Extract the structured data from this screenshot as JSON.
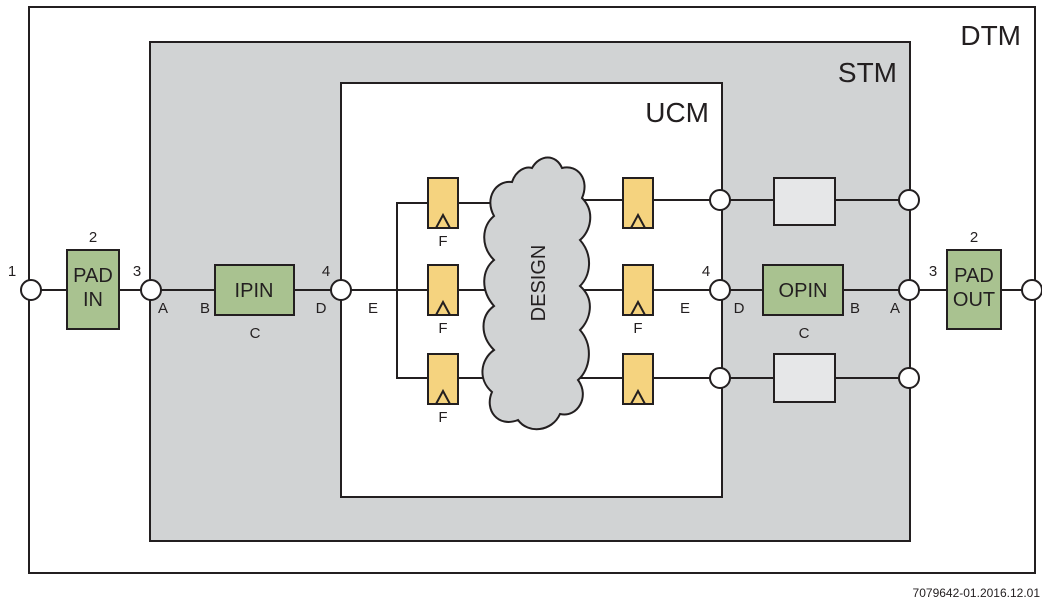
{
  "boundaries": {
    "outer": "DTM",
    "middle": "STM",
    "inner": "UCM"
  },
  "blocks": {
    "pad_in": "PAD\nIN",
    "ipin": "IPIN",
    "design": "DESIGN",
    "opin": "OPIN",
    "pad_out": "PAD\nOUT"
  },
  "point_labels": {
    "p1": "1",
    "p2_in": "2",
    "p3_in": "3",
    "p4_in": "4",
    "p4_out": "4",
    "p3_out": "3",
    "p2_out": "2",
    "a_in": "A",
    "b_in": "B",
    "c_in": "C",
    "d_in": "D",
    "e_in": "E",
    "e_out": "E",
    "d_out": "D",
    "c_out": "C",
    "b_out": "B",
    "a_out": "A",
    "f_top": "F",
    "f_mid_in": "F",
    "f_mid_out": "F",
    "f_bot": "F"
  },
  "figure_id": "7079642-01.2016.12.01",
  "colors": {
    "stm_fill": "#d1d3d4",
    "block_green": "#a9c290",
    "flipflop_yellow": "#f5d37f",
    "cloud_fill": "#d1d3d4",
    "plain_box": "#e6e7e8",
    "line": "#231f20"
  }
}
